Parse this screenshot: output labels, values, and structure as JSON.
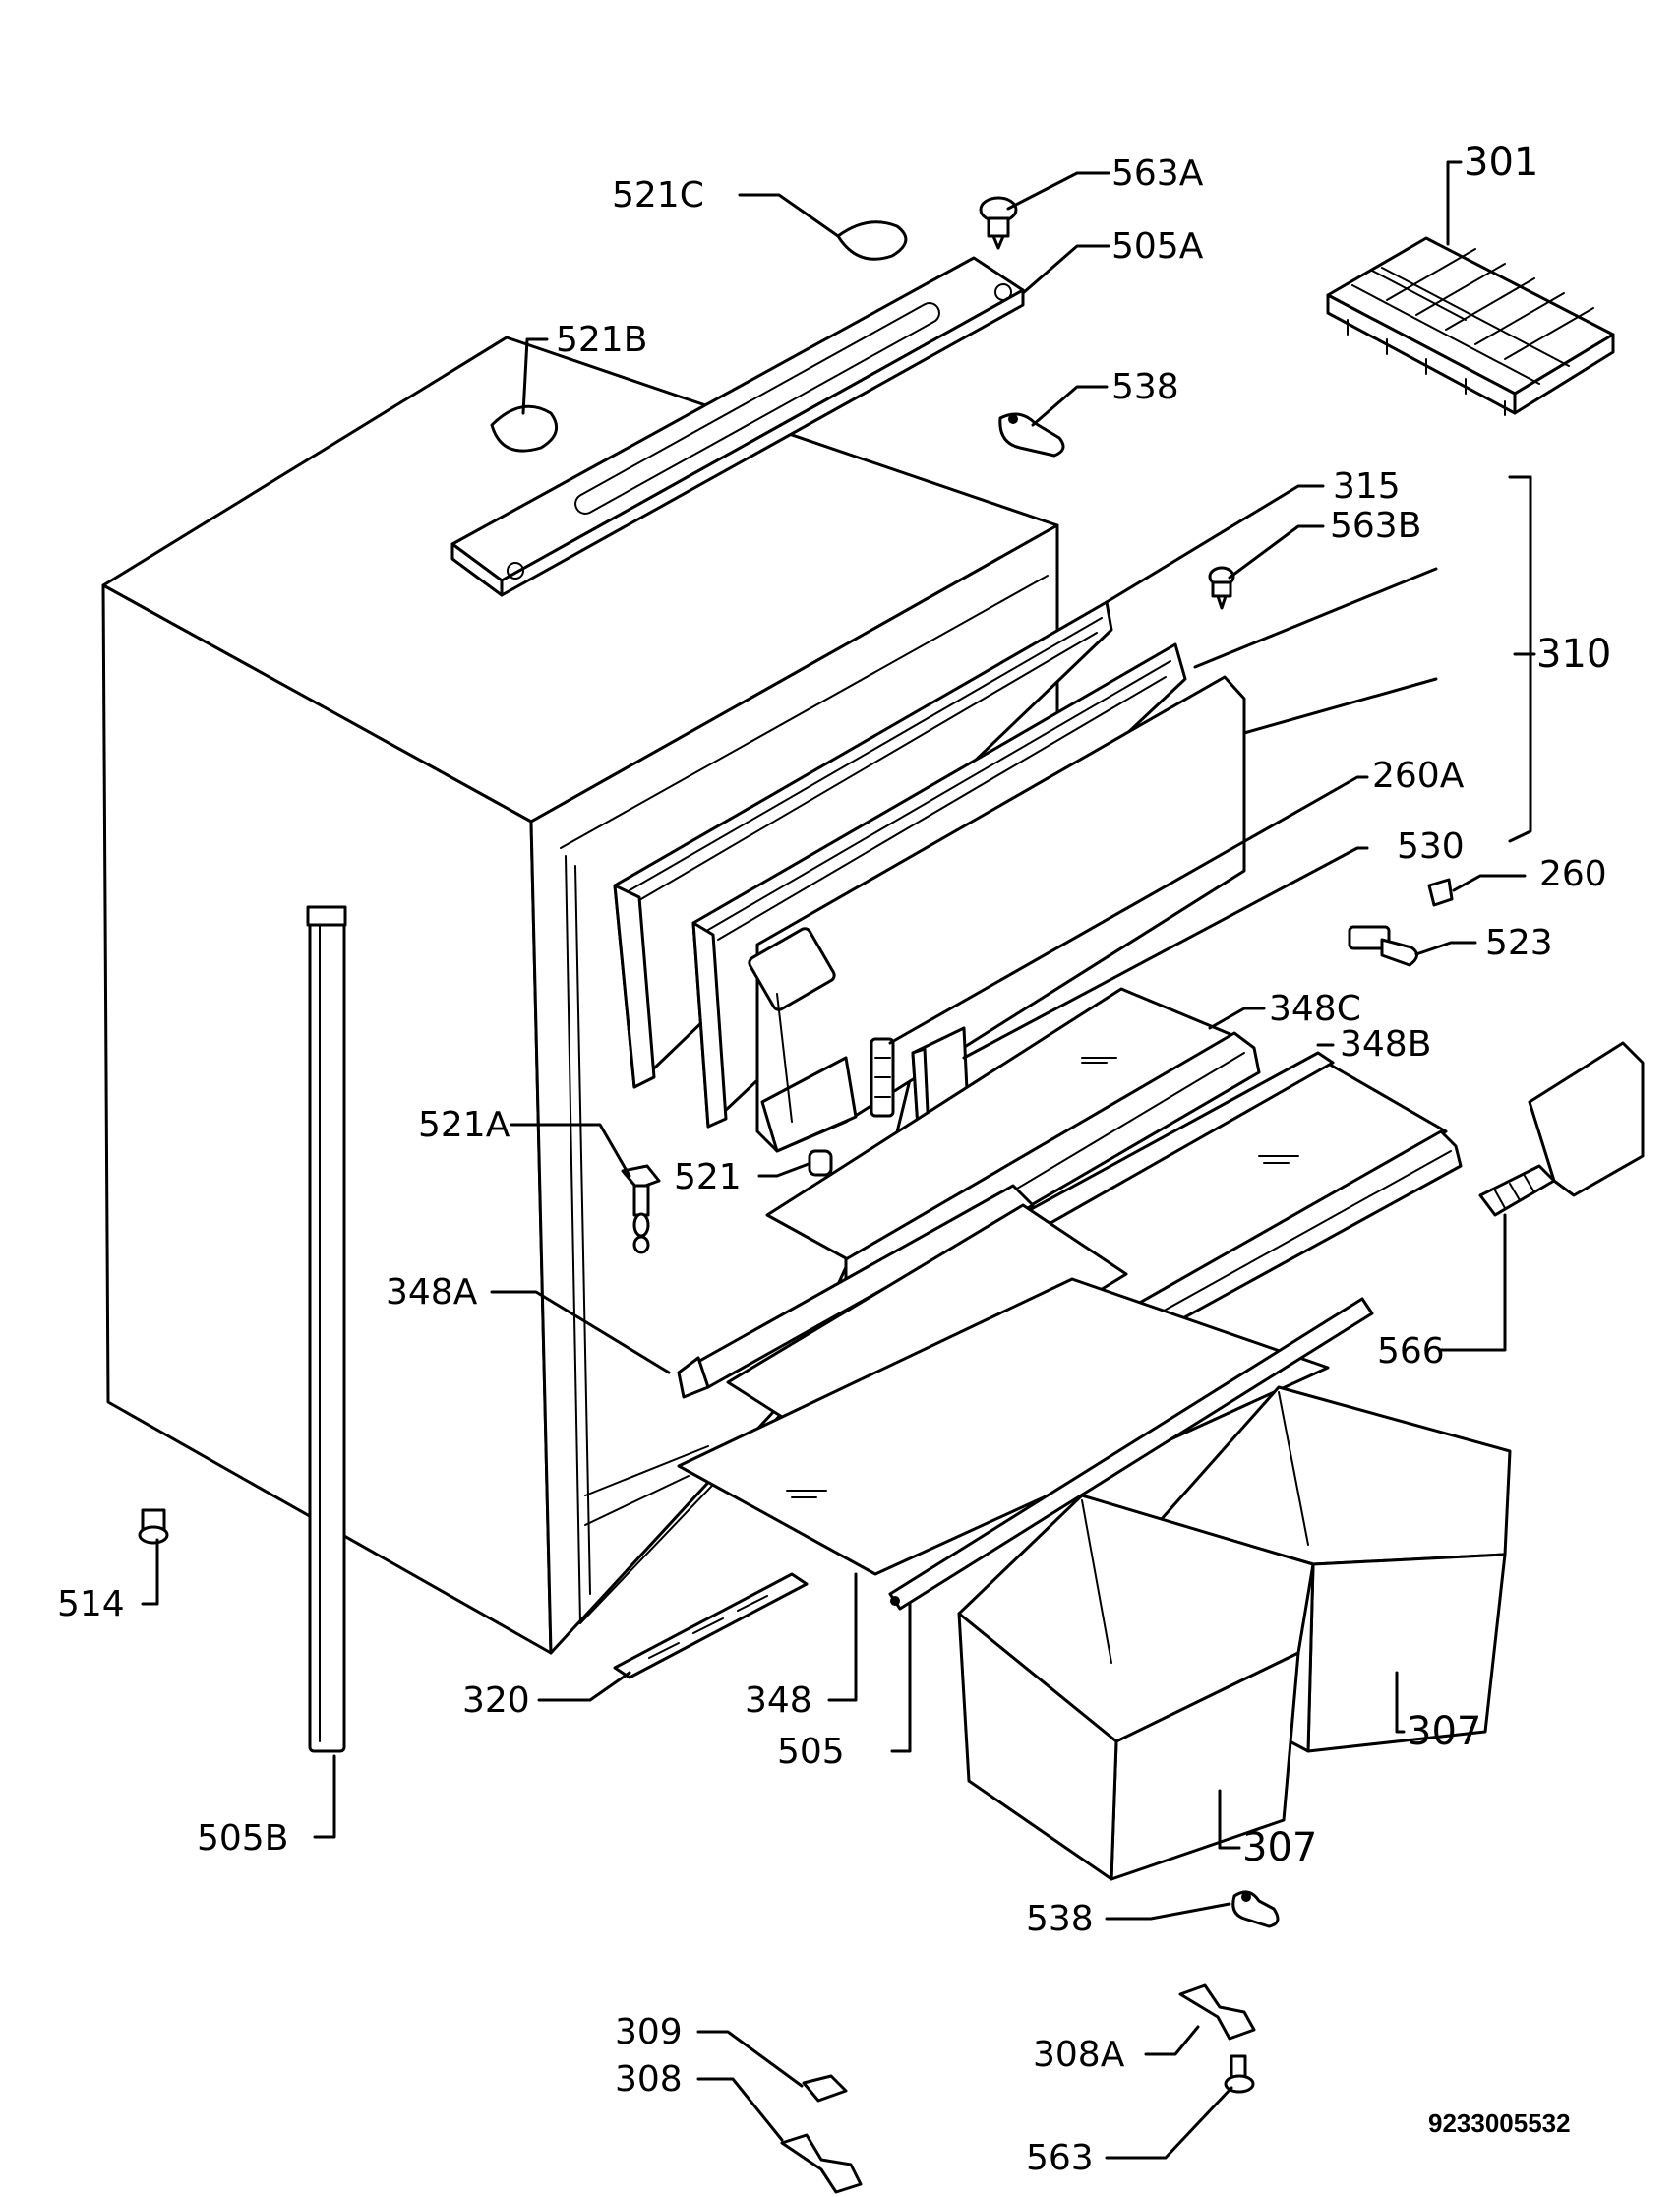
{
  "labels": {
    "p521c": "521C",
    "p563a": "563A",
    "p505a": "505A",
    "p301": "301",
    "p521b": "521B",
    "p538_top": "538",
    "p315": "315",
    "p563b": "563B",
    "p310": "310",
    "p260a": "260A",
    "p530": "530",
    "p260": "260",
    "p523": "523",
    "p348c": "348C",
    "p348b": "348B",
    "p521a": "521A",
    "p521": "521",
    "p348a": "348A",
    "p566": "566",
    "p514": "514",
    "p320": "320",
    "p348": "348",
    "p505": "505",
    "p307_right": "307",
    "p307_left": "307",
    "p505b": "505B",
    "p538_bottom": "538",
    "p309": "309",
    "p308a": "308A",
    "p308": "308",
    "p563": "563"
  },
  "drawing_code": "9233005532"
}
